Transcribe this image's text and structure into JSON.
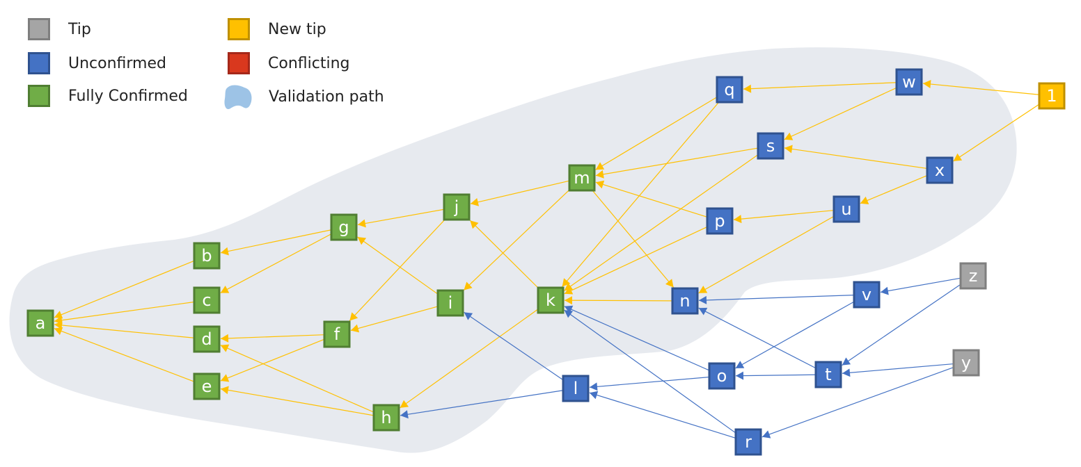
{
  "legend": {
    "items": [
      {
        "key": "tip",
        "label": "Tip",
        "fill": "#a5a5a5",
        "stroke": "#7f7f7f"
      },
      {
        "key": "new_tip",
        "label": "New tip",
        "fill": "#ffc000",
        "stroke": "#bf9000"
      },
      {
        "key": "unconfirmed",
        "label": "Unconfirmed",
        "fill": "#4472c4",
        "stroke": "#2f528f"
      },
      {
        "key": "conflicting",
        "label": "Conflicting",
        "fill": "#d9381e",
        "stroke": "#a5281a"
      },
      {
        "key": "fully_confirmed",
        "label": "Fully Confirmed",
        "fill": "#70ad47",
        "stroke": "#507e32"
      },
      {
        "key": "validation_path",
        "label": "Validation path",
        "fill": "#9dc3e6",
        "stroke": "none"
      }
    ]
  },
  "colors": {
    "validation_region": "#e7eaef",
    "edge_validation": "#ffc000",
    "edge_other": "#4472c4"
  },
  "nodes": [
    {
      "id": "a",
      "status": "fully_confirmed"
    },
    {
      "id": "b",
      "status": "fully_confirmed"
    },
    {
      "id": "c",
      "status": "fully_confirmed"
    },
    {
      "id": "d",
      "status": "fully_confirmed"
    },
    {
      "id": "e",
      "status": "fully_confirmed"
    },
    {
      "id": "f",
      "status": "fully_confirmed"
    },
    {
      "id": "g",
      "status": "fully_confirmed"
    },
    {
      "id": "h",
      "status": "fully_confirmed"
    },
    {
      "id": "i",
      "status": "fully_confirmed"
    },
    {
      "id": "j",
      "status": "fully_confirmed"
    },
    {
      "id": "k",
      "status": "fully_confirmed"
    },
    {
      "id": "m",
      "status": "fully_confirmed"
    },
    {
      "id": "l",
      "status": "unconfirmed"
    },
    {
      "id": "n",
      "status": "unconfirmed"
    },
    {
      "id": "o",
      "status": "unconfirmed"
    },
    {
      "id": "p",
      "status": "unconfirmed"
    },
    {
      "id": "q",
      "status": "unconfirmed"
    },
    {
      "id": "r",
      "status": "unconfirmed"
    },
    {
      "id": "s",
      "status": "unconfirmed"
    },
    {
      "id": "t",
      "status": "unconfirmed"
    },
    {
      "id": "u",
      "status": "unconfirmed"
    },
    {
      "id": "v",
      "status": "unconfirmed"
    },
    {
      "id": "w",
      "status": "unconfirmed"
    },
    {
      "id": "x",
      "status": "unconfirmed"
    },
    {
      "id": "y",
      "status": "tip"
    },
    {
      "id": "z",
      "status": "tip"
    },
    {
      "id": "1",
      "status": "new_tip"
    }
  ],
  "edges": [
    {
      "from": "b",
      "to": "a",
      "kind": "validation"
    },
    {
      "from": "c",
      "to": "a",
      "kind": "validation"
    },
    {
      "from": "d",
      "to": "a",
      "kind": "validation"
    },
    {
      "from": "e",
      "to": "a",
      "kind": "validation"
    },
    {
      "from": "g",
      "to": "b",
      "kind": "validation"
    },
    {
      "from": "g",
      "to": "c",
      "kind": "validation"
    },
    {
      "from": "f",
      "to": "d",
      "kind": "validation"
    },
    {
      "from": "f",
      "to": "e",
      "kind": "validation"
    },
    {
      "from": "h",
      "to": "d",
      "kind": "validation"
    },
    {
      "from": "h",
      "to": "e",
      "kind": "validation"
    },
    {
      "from": "j",
      "to": "g",
      "kind": "validation"
    },
    {
      "from": "i",
      "to": "g",
      "kind": "validation"
    },
    {
      "from": "j",
      "to": "f",
      "kind": "validation"
    },
    {
      "from": "i",
      "to": "f",
      "kind": "validation"
    },
    {
      "from": "m",
      "to": "j",
      "kind": "validation"
    },
    {
      "from": "k",
      "to": "j",
      "kind": "validation"
    },
    {
      "from": "m",
      "to": "i",
      "kind": "validation"
    },
    {
      "from": "k",
      "to": "h",
      "kind": "validation"
    },
    {
      "from": "q",
      "to": "m",
      "kind": "validation"
    },
    {
      "from": "s",
      "to": "m",
      "kind": "validation"
    },
    {
      "from": "p",
      "to": "m",
      "kind": "validation"
    },
    {
      "from": "q",
      "to": "k",
      "kind": "validation"
    },
    {
      "from": "s",
      "to": "k",
      "kind": "validation"
    },
    {
      "from": "p",
      "to": "k",
      "kind": "validation"
    },
    {
      "from": "n",
      "to": "k",
      "kind": "validation"
    },
    {
      "from": "m",
      "to": "n",
      "kind": "validation"
    },
    {
      "from": "w",
      "to": "q",
      "kind": "validation"
    },
    {
      "from": "w",
      "to": "s",
      "kind": "validation"
    },
    {
      "from": "x",
      "to": "s",
      "kind": "validation"
    },
    {
      "from": "x",
      "to": "u",
      "kind": "validation"
    },
    {
      "from": "u",
      "to": "p",
      "kind": "validation"
    },
    {
      "from": "u",
      "to": "n",
      "kind": "validation"
    },
    {
      "from": "1",
      "to": "w",
      "kind": "validation"
    },
    {
      "from": "1",
      "to": "x",
      "kind": "validation"
    },
    {
      "from": "l",
      "to": "h",
      "kind": "other"
    },
    {
      "from": "l",
      "to": "i",
      "kind": "other"
    },
    {
      "from": "o",
      "to": "k",
      "kind": "other"
    },
    {
      "from": "r",
      "to": "k",
      "kind": "other"
    },
    {
      "from": "o",
      "to": "l",
      "kind": "other"
    },
    {
      "from": "r",
      "to": "l",
      "kind": "other"
    },
    {
      "from": "v",
      "to": "n",
      "kind": "other"
    },
    {
      "from": "t",
      "to": "n",
      "kind": "other"
    },
    {
      "from": "v",
      "to": "o",
      "kind": "other"
    },
    {
      "from": "t",
      "to": "o",
      "kind": "other"
    },
    {
      "from": "z",
      "to": "v",
      "kind": "other"
    },
    {
      "from": "z",
      "to": "t",
      "kind": "other"
    },
    {
      "from": "y",
      "to": "t",
      "kind": "other"
    },
    {
      "from": "y",
      "to": "r",
      "kind": "other"
    }
  ]
}
